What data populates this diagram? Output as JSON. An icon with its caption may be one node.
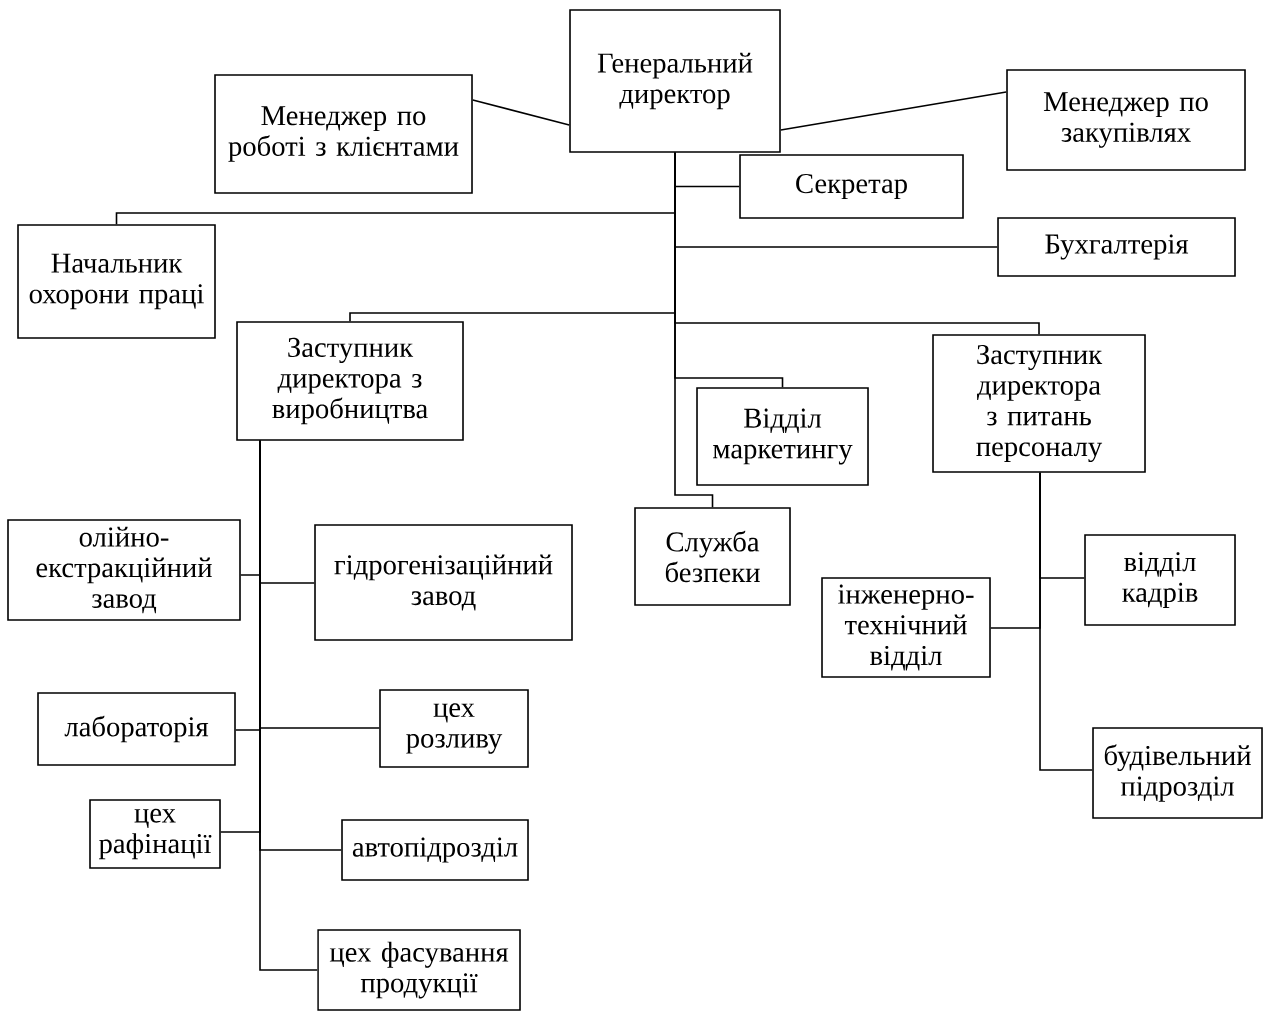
{
  "diagram": {
    "nodes": [
      {
        "text": [
          "Генеральний директор"
        ]
      },
      {
        "text": [
          "Менеджер по роботі з клієнтами"
        ]
      },
      {
        "text": [
          "Менеджер по закупівлях"
        ]
      },
      {
        "text": [
          "Секретар"
        ]
      },
      {
        "text": [
          "Бухгалтерія"
        ]
      },
      {
        "text": [
          "Начальник охорони праці"
        ]
      },
      {
        "text": [
          "Заступник директора з виробництва"
        ]
      },
      {
        "text": [
          "Відділ маркетингу"
        ]
      },
      {
        "text": [
          "Заступник директора з питань персоналу"
        ]
      },
      {
        "text": [
          "Служба безпеки"
        ]
      },
      {
        "text": [
          "олійно-екстракційний завод"
        ]
      },
      {
        "text": [
          "гідрогенізаційний завод"
        ]
      },
      {
        "text": [
          "відділ кадрів"
        ]
      },
      {
        "text": [
          "інженерно-технічний відділ"
        ]
      },
      {
        "text": [
          "лабораторія"
        ]
      },
      {
        "text": [
          "цех розливу"
        ]
      },
      {
        "text": [
          "будівельний підрозділ"
        ]
      },
      {
        "text": [
          "цех рафінації"
        ]
      },
      {
        "text": [
          "автопідрозділ"
        ]
      },
      {
        "text": [
          "цех фасування продукції"
        ]
      }
    ],
    "edges": [
      {
        "from": 0,
        "to": 1,
        "arrow": "none"
      },
      {
        "from": 0,
        "to": 2,
        "arrow": "none"
      },
      {
        "from": 0,
        "to": 3,
        "arrow": "none"
      },
      {
        "from": 0,
        "to": 4,
        "arrow": "none"
      },
      {
        "from": 0,
        "to": 5,
        "arrow": "none"
      },
      {
        "from": 0,
        "to": 6,
        "arrow": "none"
      },
      {
        "from": 0,
        "to": 8,
        "arrow": "none"
      },
      {
        "from": 0,
        "to": 7,
        "arrow": "none"
      },
      {
        "from": 0,
        "to": 9,
        "arrow": "none"
      },
      {
        "from": 6,
        "to": 10,
        "arrow": "none"
      },
      {
        "from": 6,
        "to": 11,
        "arrow": "none"
      },
      {
        "from": 6,
        "to": 14,
        "arrow": "none"
      },
      {
        "from": 6,
        "to": 15,
        "arrow": "none"
      },
      {
        "from": 6,
        "to": 17,
        "arrow": "none"
      },
      {
        "from": 6,
        "to": 18,
        "arrow": "none"
      },
      {
        "from": 6,
        "to": 19,
        "arrow": "none"
      },
      {
        "from": 8,
        "to": 12,
        "arrow": "none"
      },
      {
        "from": 8,
        "to": 13,
        "arrow": "none"
      },
      {
        "from": 8,
        "to": 16,
        "arrow": "none"
      }
    ]
  }
}
